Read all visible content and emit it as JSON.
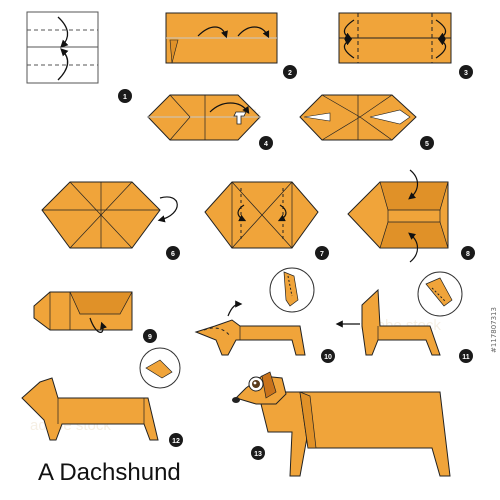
{
  "title": "A Dachshund",
  "stock_id": "#117807313",
  "watermark": "adobe stock",
  "colors": {
    "paper": "#f0a43a",
    "paper_dark": "#e09128",
    "outline": "#222222",
    "badge": "#1a1a1a",
    "white": "#ffffff"
  },
  "steps": [
    {
      "num": "1"
    },
    {
      "num": "2"
    },
    {
      "num": "3"
    },
    {
      "num": "4"
    },
    {
      "num": "5"
    },
    {
      "num": "6"
    },
    {
      "num": "7"
    },
    {
      "num": "8"
    },
    {
      "num": "9"
    },
    {
      "num": "10"
    },
    {
      "num": "11"
    },
    {
      "num": "12"
    },
    {
      "num": "13"
    }
  ]
}
